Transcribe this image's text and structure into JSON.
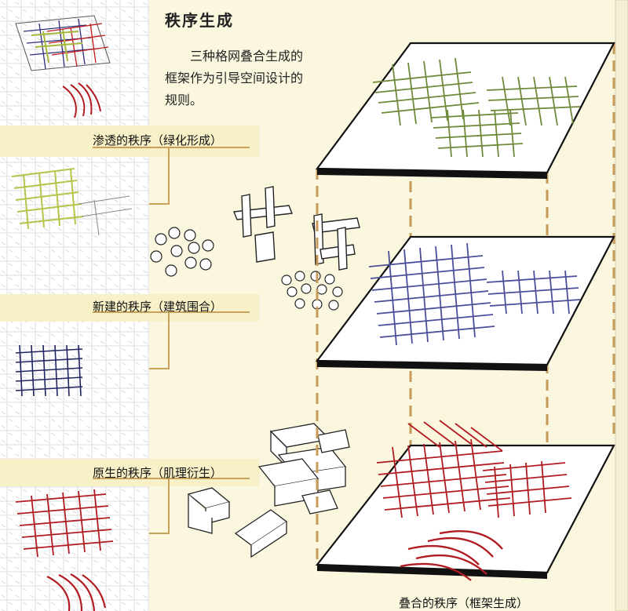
{
  "title": "秩序生成",
  "intro_lines": [
    "三种格网叠合生成的",
    "框架作为引导空间设计的",
    "规则。"
  ],
  "labels": {
    "green_order": "渗透的秩序（绿化形成）",
    "blue_order": "新建的秩序（建筑围合）",
    "red_order": "原生的秩序（肌理衍生）",
    "overlay_order": "叠合的秩序（框架生成）"
  },
  "colors": {
    "background": "#fbf7df",
    "green_grid": "#6f8a3a",
    "blue_grid": "#4b4f9a",
    "red_grid": "#b11c22",
    "dashed_connector": "#c79b5a",
    "plane_edge": "#111111"
  }
}
